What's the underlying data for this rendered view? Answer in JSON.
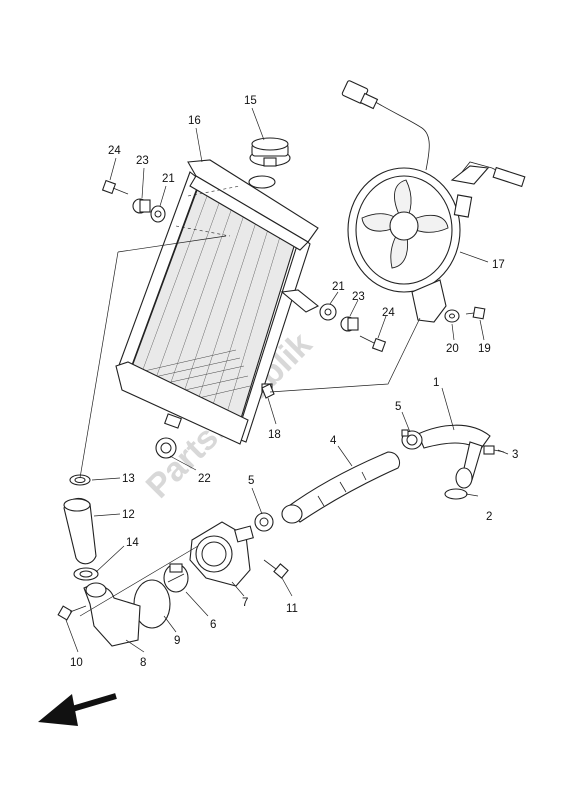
{
  "watermark": "Partsrepublik",
  "callouts": [
    {
      "id": "c1",
      "text": "1"
    },
    {
      "id": "c2",
      "text": "2"
    },
    {
      "id": "c3",
      "text": "3"
    },
    {
      "id": "c4",
      "text": "4"
    },
    {
      "id": "c5a",
      "text": "5"
    },
    {
      "id": "c5b",
      "text": "5"
    },
    {
      "id": "c6",
      "text": "6"
    },
    {
      "id": "c7",
      "text": "7"
    },
    {
      "id": "c8",
      "text": "8"
    },
    {
      "id": "c9",
      "text": "9"
    },
    {
      "id": "c10",
      "text": "10"
    },
    {
      "id": "c11",
      "text": "11"
    },
    {
      "id": "c12",
      "text": "12"
    },
    {
      "id": "c13",
      "text": "13"
    },
    {
      "id": "c14",
      "text": "14"
    },
    {
      "id": "c15",
      "text": "15"
    },
    {
      "id": "c16",
      "text": "16"
    },
    {
      "id": "c17",
      "text": "17"
    },
    {
      "id": "c18",
      "text": "18"
    },
    {
      "id": "c19",
      "text": "19"
    },
    {
      "id": "c20",
      "text": "20"
    },
    {
      "id": "c21a",
      "text": "21"
    },
    {
      "id": "c21b",
      "text": "21"
    },
    {
      "id": "c22",
      "text": "22"
    },
    {
      "id": "c23a",
      "text": "23"
    },
    {
      "id": "c23b",
      "text": "23"
    },
    {
      "id": "c24a",
      "text": "24"
    },
    {
      "id": "c24b",
      "text": "24"
    }
  ]
}
